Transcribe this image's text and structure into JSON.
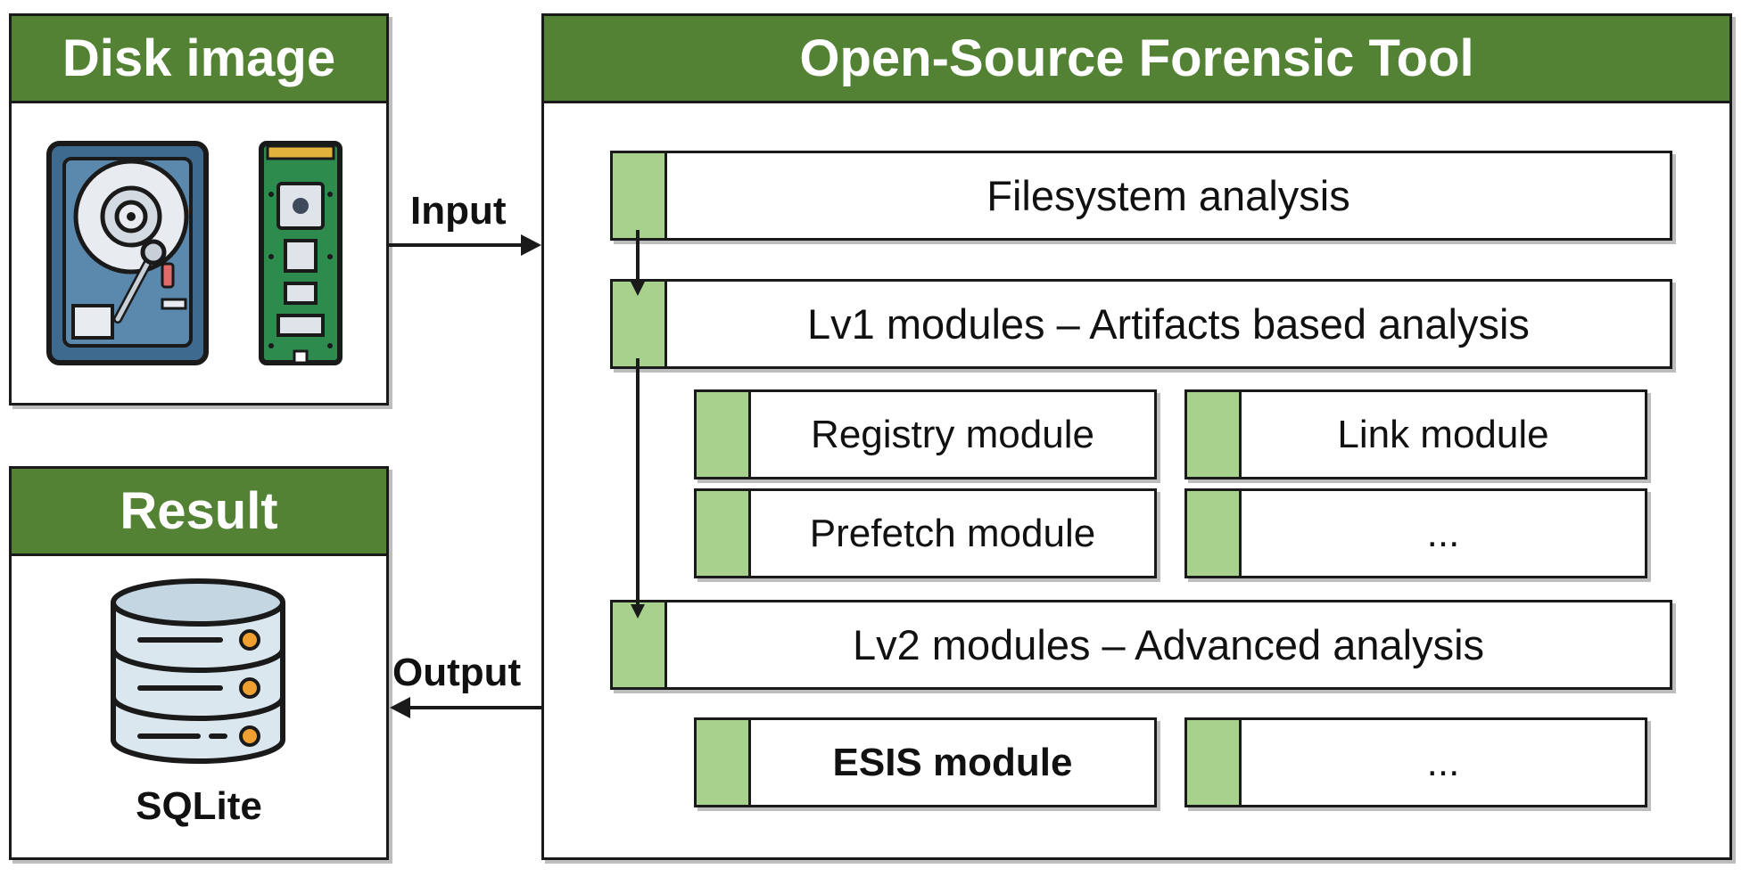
{
  "disk_panel": {
    "title": "Disk image",
    "icons": [
      "hard-disk-drive-icon",
      "ssd-memory-stick-icon"
    ]
  },
  "result_panel": {
    "title": "Result",
    "icon": "database-icon",
    "caption": "SQLite"
  },
  "tool_panel": {
    "title": "Open-Source Forensic Tool",
    "stages": {
      "filesystem": "Filesystem analysis",
      "lv1": "Lv1 modules – Artifacts based analysis",
      "lv2": "Lv2 modules – Advanced analysis"
    },
    "lv1_modules": [
      "Registry module",
      "Link module",
      "Prefetch module",
      "..."
    ],
    "lv2_modules": [
      "ESIS module",
      "..."
    ]
  },
  "flows": {
    "input": "Input",
    "output": "Output"
  },
  "colors": {
    "header_green": "#548235",
    "tab_green": "#a9d18e",
    "outline": "#1a1a1a"
  }
}
